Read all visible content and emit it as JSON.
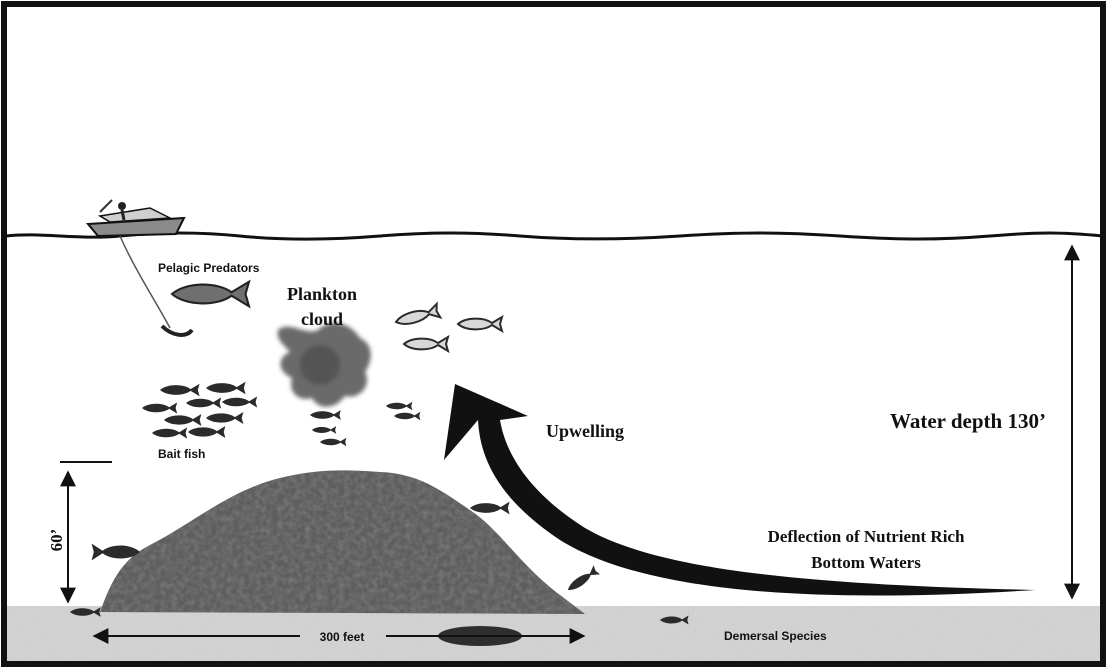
{
  "labels": {
    "pelagic_predators": "Pelagic Predators",
    "plankton_line1": "Plankton",
    "plankton_line2": "cloud",
    "bait_fish": "Bait fish",
    "upwelling": "Upwelling",
    "water_depth": "Water depth 130’",
    "reef_height": "60’",
    "reef_width": "300 feet",
    "deflection_line1": "Deflection of Nutrient Rich",
    "deflection_line2": "Bottom Waters",
    "demersal_species": "Demersal Species"
  }
}
